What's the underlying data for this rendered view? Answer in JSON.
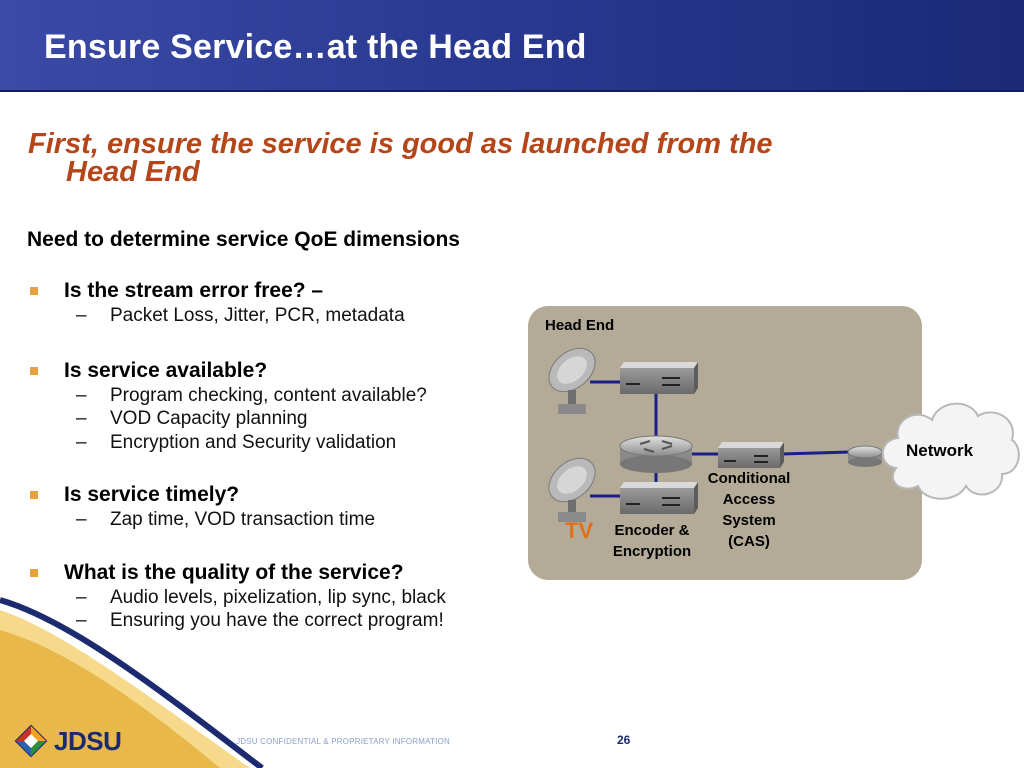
{
  "slide": {
    "title": "Ensure Service…at the Head End",
    "subtitle_line1": "First, ensure the service is good as launched from the",
    "subtitle_line2": "Head End",
    "intro": "Need to determine service QoE dimensions",
    "bullets": [
      {
        "heading": "Is the stream error free? –",
        "subs": [
          "Packet Loss, Jitter, PCR, metadata"
        ]
      },
      {
        "heading": "Is service available?",
        "subs": [
          "Program checking, content available?",
          "VOD Capacity planning",
          "Encryption and Security validation"
        ]
      },
      {
        "heading": "Is service timely?",
        "subs": [
          "Zap time,  VOD transaction time"
        ]
      },
      {
        "heading": "What is the quality of the service?",
        "subs": [
          "Audio levels, pixelization, lip sync, black",
          "Ensuring you have the correct program!"
        ]
      }
    ],
    "dash": "–"
  },
  "diagram": {
    "head_end_label": "Head End",
    "tv_label": "TV",
    "encoder_label_1": "Encoder &",
    "encoder_label_2": "Encryption",
    "cas_label_1": "Conditional",
    "cas_label_2": "Access",
    "cas_label_3": "System",
    "cas_label_4": "(CAS)",
    "network_label": "Network",
    "colors": {
      "panel": "#b3ab97",
      "link": "#1b1f8a",
      "tv": "#e0701a"
    }
  },
  "footer": {
    "logo": "JDSU",
    "confidential": "JDSU CONFIDENTIAL & PROPRIETARY INFORMATION",
    "page": "26"
  }
}
